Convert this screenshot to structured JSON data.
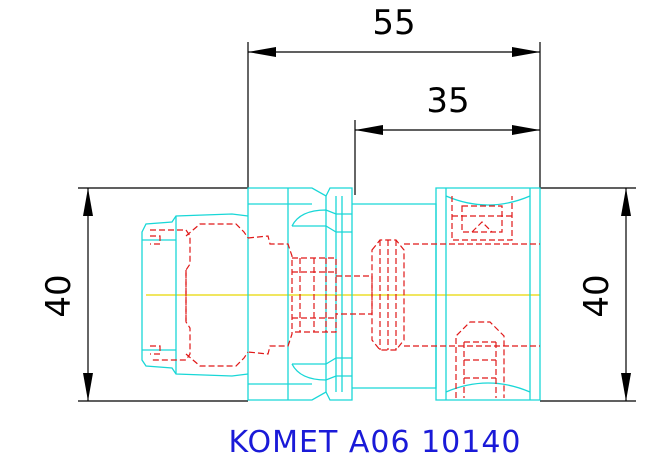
{
  "dimensions": {
    "top_overall": "55",
    "top_partial": "35",
    "left_height": "40",
    "right_height": "40"
  },
  "caption": "KOMET A06 10140",
  "colors": {
    "outline": "#19d7d7",
    "hidden_lines": "#e01818",
    "centerline": "#e8d800",
    "dimension": "#000000",
    "caption": "#1a1ad8"
  }
}
